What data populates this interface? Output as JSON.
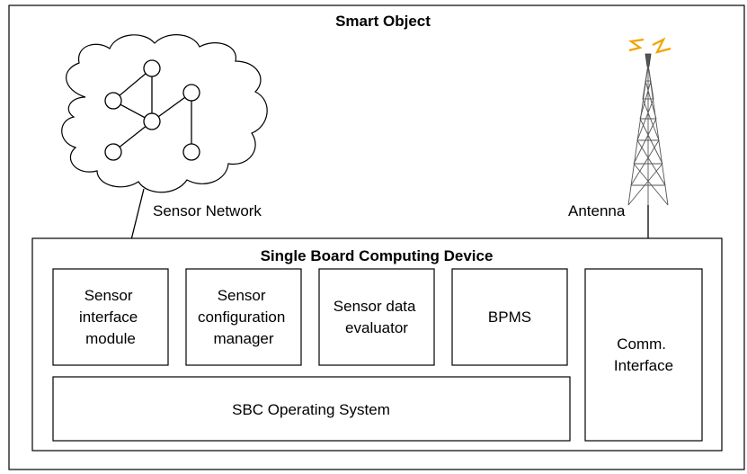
{
  "smart_object": {
    "title": "Smart Object"
  },
  "sensor_network": {
    "label": "Sensor Network"
  },
  "antenna": {
    "label": "Antenna",
    "signal_color": "#f2a400"
  },
  "sbc": {
    "title": "Single Board Computing Device",
    "modules": [
      {
        "lines": [
          "Sensor",
          "interface",
          "module"
        ]
      },
      {
        "lines": [
          "Sensor",
          "configuration",
          "manager"
        ]
      },
      {
        "lines": [
          "Sensor data",
          "evaluator"
        ]
      },
      {
        "lines": [
          "BPMS"
        ]
      }
    ],
    "os": {
      "label": "SBC Operating System"
    },
    "comm": {
      "lines": [
        "Comm.",
        "Interface"
      ]
    }
  }
}
